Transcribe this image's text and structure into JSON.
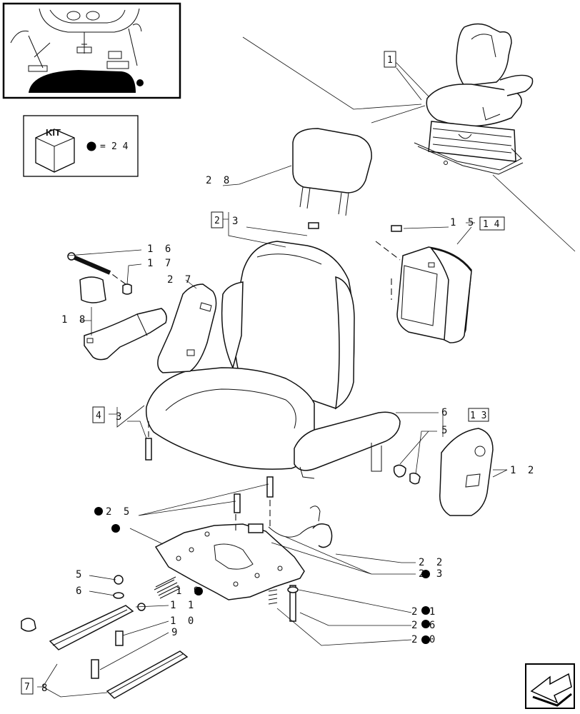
{
  "kit": {
    "label": "KIT",
    "equals": "=",
    "number": "2 4"
  },
  "callouts": [
    {
      "id": "c1",
      "text": "1",
      "boxed": true
    },
    {
      "id": "c28",
      "text": "2 8"
    },
    {
      "id": "c2",
      "text": "2",
      "boxed": true
    },
    {
      "id": "c3a",
      "text": "3"
    },
    {
      "id": "c15",
      "text": "1 5"
    },
    {
      "id": "c14",
      "text": "1 4",
      "boxed": true
    },
    {
      "id": "c16",
      "text": "1 6"
    },
    {
      "id": "c17",
      "text": "1 7"
    },
    {
      "id": "c27",
      "text": "2 7"
    },
    {
      "id": "c18",
      "text": "1 8"
    },
    {
      "id": "c4",
      "text": "4",
      "boxed": true
    },
    {
      "id": "c3b",
      "text": "3"
    },
    {
      "id": "c6a",
      "text": "6"
    },
    {
      "id": "c13",
      "text": "1 3",
      "boxed": true
    },
    {
      "id": "c5a",
      "text": "5"
    },
    {
      "id": "c12",
      "text": "1 2"
    },
    {
      "id": "c25",
      "text": "2 5",
      "kit": true
    },
    {
      "id": "c22",
      "text": "2 2"
    },
    {
      "id": "c23",
      "text": "2 3",
      "kit": true
    },
    {
      "id": "c5b",
      "text": "5"
    },
    {
      "id": "c6b",
      "text": "6"
    },
    {
      "id": "c19",
      "text": "1 9",
      "kit": true
    },
    {
      "id": "c11",
      "text": "1 1"
    },
    {
      "id": "c10",
      "text": "1 0"
    },
    {
      "id": "c9",
      "text": "9"
    },
    {
      "id": "c21",
      "text": "2 1",
      "kit": true
    },
    {
      "id": "c26",
      "text": "2 6",
      "kit": true
    },
    {
      "id": "c20",
      "text": "2 0",
      "kit": true
    },
    {
      "id": "c7",
      "text": "7",
      "boxed": true
    },
    {
      "id": "c8",
      "text": "8"
    }
  ]
}
